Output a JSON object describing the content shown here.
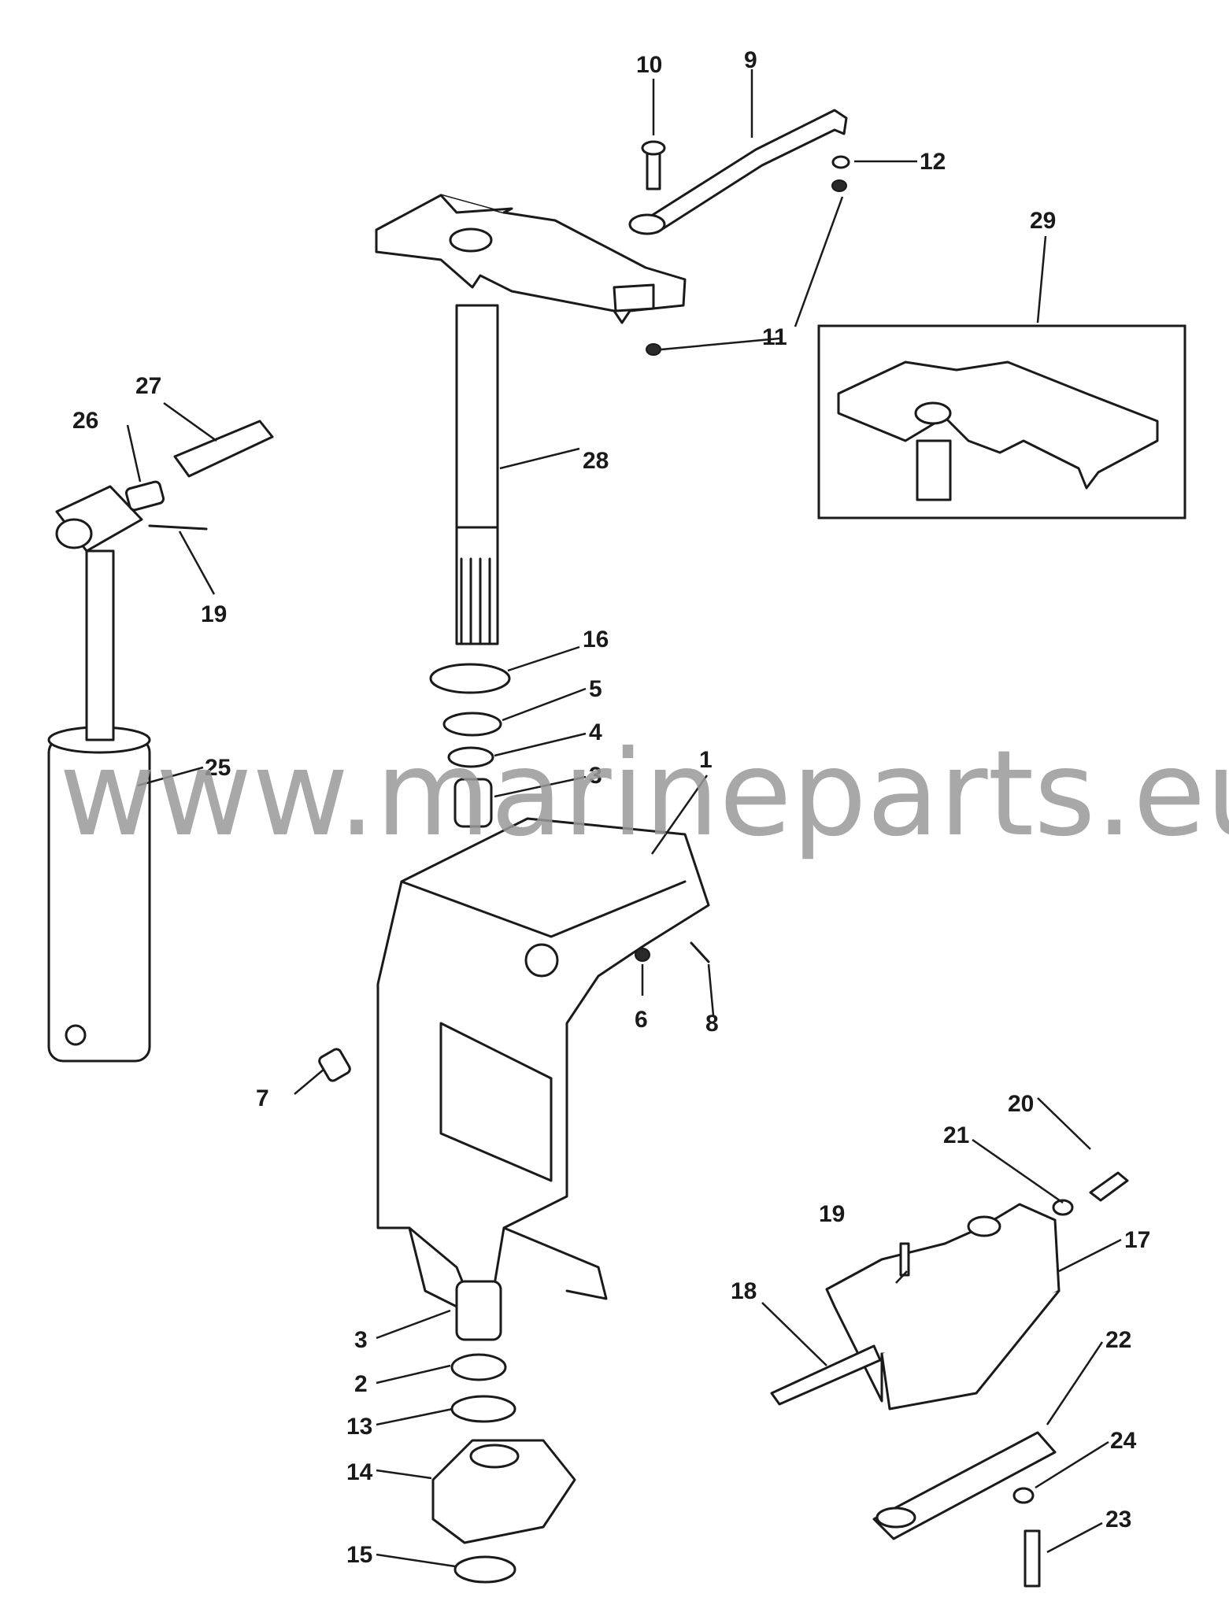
{
  "watermark": "www.marineparts.eu",
  "callouts": {
    "c1": "1",
    "c2": "2",
    "c3a": "3",
    "c3b": "3",
    "c4": "4",
    "c5": "5",
    "c6": "6",
    "c7": "7",
    "c8": "8",
    "c9": "9",
    "c10": "10",
    "c11a": "11",
    "c11b": "11",
    "c12": "12",
    "c13": "13",
    "c14": "14",
    "c15": "15",
    "c16": "16",
    "c17": "17",
    "c18": "18",
    "c19a": "19",
    "c19b": "19",
    "c20": "20",
    "c21": "21",
    "c22": "22",
    "c23": "23",
    "c24": "24",
    "c25": "25",
    "c26": "26",
    "c27": "27",
    "c28": "28",
    "c29": "29"
  }
}
